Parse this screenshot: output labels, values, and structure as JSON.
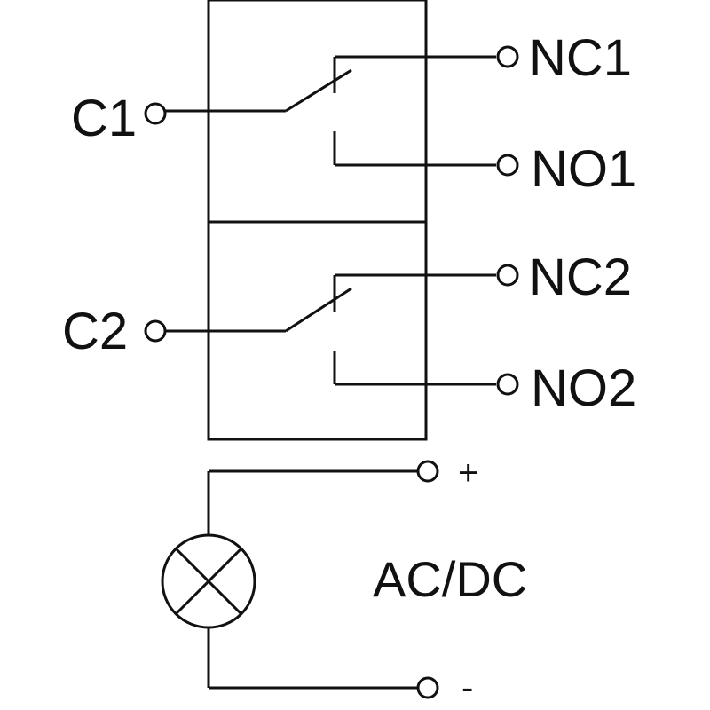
{
  "relay": {
    "contact_1": {
      "common": "C1",
      "normally_closed": "NC1",
      "normally_open": "NO1"
    },
    "contact_2": {
      "common": "C2",
      "normally_closed": "NC2",
      "normally_open": "NO2"
    }
  },
  "coil": {
    "supply_label": "AC/DC",
    "positive_label": "+",
    "negative_label": "-"
  },
  "colors": {
    "line": "#111111",
    "background": "#ffffff"
  }
}
